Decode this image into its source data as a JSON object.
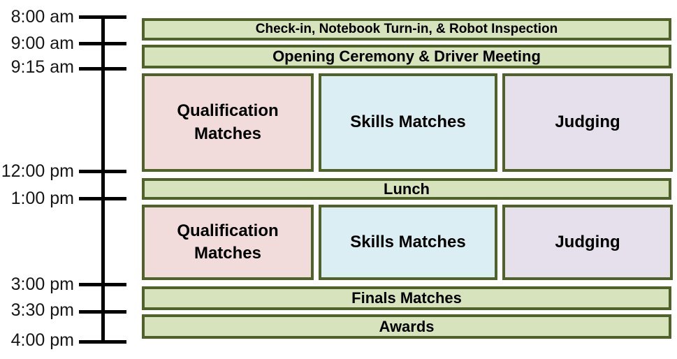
{
  "colors": {
    "border": "#4f6228",
    "green_fill": "#d6e3bc",
    "pink_fill": "#f2dbdb",
    "blue_fill": "#daeef3",
    "purple_fill": "#e5e0ec",
    "timeline_line": "#000000"
  },
  "timeline": {
    "times": [
      {
        "label": "8:00 am"
      },
      {
        "label": "9:00 am"
      },
      {
        "label": "9:15 am"
      },
      {
        "label": "12:00 pm"
      },
      {
        "label": "1:00 pm"
      },
      {
        "label": "3:00 pm"
      },
      {
        "label": "3:30 pm"
      },
      {
        "label": "4:00 pm"
      }
    ]
  },
  "schedule": {
    "full_bars": [
      {
        "label": "Check-in, Notebook Turn-in, & Robot Inspection",
        "start": "8:00 am",
        "end": "9:00 am"
      },
      {
        "label": "Opening Ceremony & Driver Meeting",
        "start": "9:00 am",
        "end": "9:15 am"
      },
      {
        "label": "Lunch",
        "start": "12:00 pm",
        "end": "1:00 pm"
      },
      {
        "label": "Finals Matches",
        "start": "3:00 pm",
        "end": "3:30 pm"
      },
      {
        "label": "Awards",
        "start": "3:30 pm",
        "end": "4:00 pm"
      }
    ],
    "morning_tracks": [
      {
        "label": "Qualification Matches",
        "start": "9:15 am",
        "end": "12:00 pm"
      },
      {
        "label": "Skills Matches",
        "start": "9:15 am",
        "end": "12:00 pm"
      },
      {
        "label": "Judging",
        "start": "9:15 am",
        "end": "12:00 pm"
      }
    ],
    "afternoon_tracks": [
      {
        "label": "Qualification Matches",
        "start": "1:00 pm",
        "end": "3:00 pm"
      },
      {
        "label": "Skills Matches",
        "start": "1:00 pm",
        "end": "3:00 pm"
      },
      {
        "label": "Judging",
        "start": "1:00 pm",
        "end": "3:00 pm"
      }
    ]
  }
}
